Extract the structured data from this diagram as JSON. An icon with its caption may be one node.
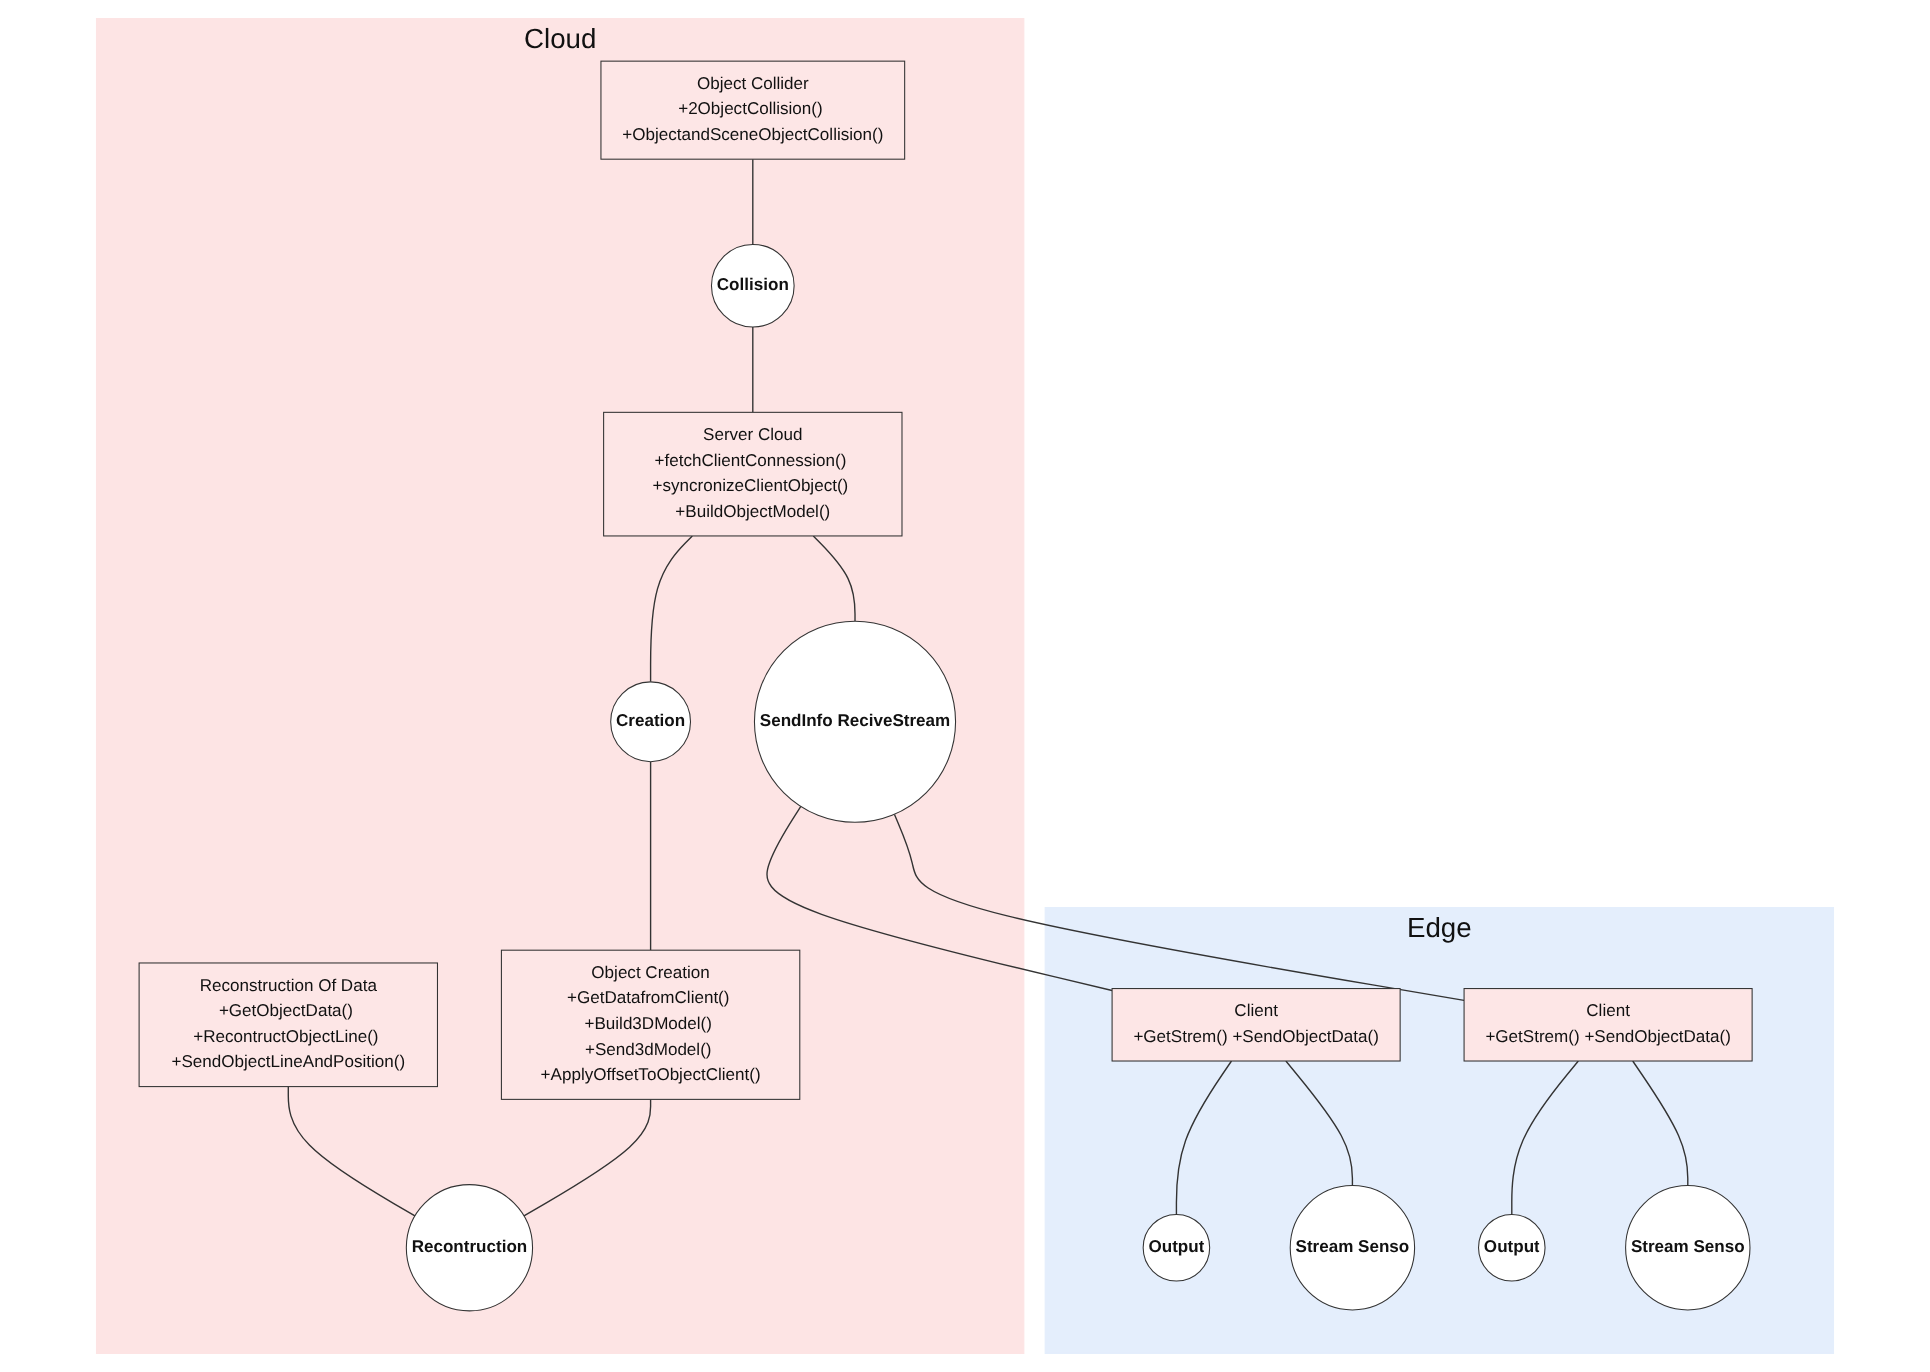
{
  "diagram": {
    "nodes": [
      {
        "text": [
          "Cloud"
        ]
      },
      {
        "text": [
          "Object Collider",
          "+2ObjectCollision() +ObjectandSceneObjectCollision()"
        ],
        "in": 0
      },
      {
        "text": [
          "Collision"
        ],
        "in": 0
      },
      {
        "text": [
          "Server Cloud",
          "+fetchClientConnession() +syncronizeClientObject() +BuildObjectModel()"
        ],
        "in": 0
      },
      {
        "text": [
          "Creation"
        ],
        "in": 0
      },
      {
        "text": [
          "SendInfo ReciveStream"
        ],
        "in": 0
      },
      {
        "text": [
          "Reconstruction Of Data",
          "+GetObjectData() +RecontructObjectLine() +SendObjectLineAndPosition()"
        ],
        "in": 0
      },
      {
        "text": [
          "Object Creation",
          "+GetDatafromClient() +Build3DModel() +Send3dModel() +ApplyOffsetToObjectClient()"
        ],
        "in": 0
      },
      {
        "text": [
          "Recontruction"
        ],
        "in": 0
      },
      {
        "text": [
          "Edge"
        ]
      },
      {
        "text": [
          "Client",
          "+GetStrem() +SendObjectData()"
        ],
        "in": 9
      },
      {
        "text": [
          "Output"
        ],
        "in": 9
      },
      {
        "text": [
          "Stream Senso"
        ],
        "in": 9
      },
      {
        "text": [
          "Client",
          "+GetStrem() +SendObjectData()"
        ],
        "in": 9
      },
      {
        "text": [
          "Output"
        ],
        "in": 9
      },
      {
        "text": [
          "Stream Senso"
        ],
        "in": 9
      }
    ],
    "edges": [
      {
        "from": 1,
        "to": 2,
        "arrow": "none"
      },
      {
        "from": 2,
        "to": 3,
        "arrow": "none"
      },
      {
        "from": 3,
        "to": 4,
        "arrow": "none"
      },
      {
        "from": 4,
        "to": 7,
        "arrow": "none"
      },
      {
        "from": 3,
        "to": 5,
        "arrow": "none"
      },
      {
        "from": 5,
        "to": 10,
        "arrow": "none"
      },
      {
        "from": 5,
        "to": 13,
        "arrow": "none"
      },
      {
        "from": 6,
        "to": 8,
        "arrow": "none"
      },
      {
        "from": 7,
        "to": 8,
        "arrow": "none"
      },
      {
        "from": 10,
        "to": 11,
        "arrow": "none"
      },
      {
        "from": 10,
        "to": 12,
        "arrow": "none"
      },
      {
        "from": 13,
        "to": 14,
        "arrow": "none"
      },
      {
        "from": 13,
        "to": 15,
        "arrow": "none"
      }
    ]
  }
}
